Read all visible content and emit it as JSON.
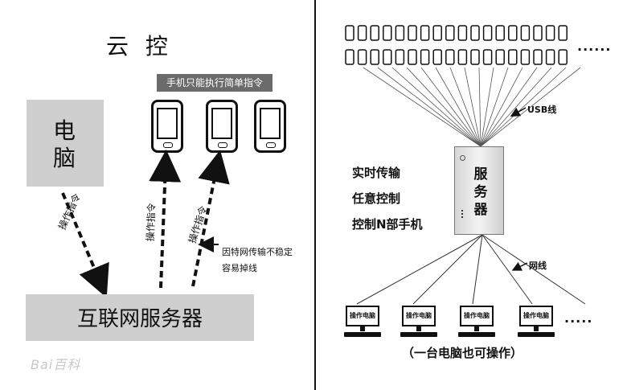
{
  "left": {
    "title": "云 控",
    "pc_label": "电脑",
    "phones_caption": "手机只能执行简单指令",
    "arrow_label_1": "操作指令",
    "arrow_label_2": "操作指令",
    "arrow_label_3": "操作指令",
    "note_line1": "因特网传输不稳定",
    "note_line2": "容易掉线",
    "server_label": "互联网服务器",
    "watermark": "Bai百科"
  },
  "right": {
    "phone_dots": "......",
    "usb_label": "USB线",
    "server_label": "服务器",
    "features": [
      "实时传输",
      "任意控制",
      "控制N部手机"
    ],
    "net_label": "网线",
    "computer_label": "操作电脑",
    "computer_dots": ".....",
    "caption": "（一台电脑也可操作）"
  }
}
